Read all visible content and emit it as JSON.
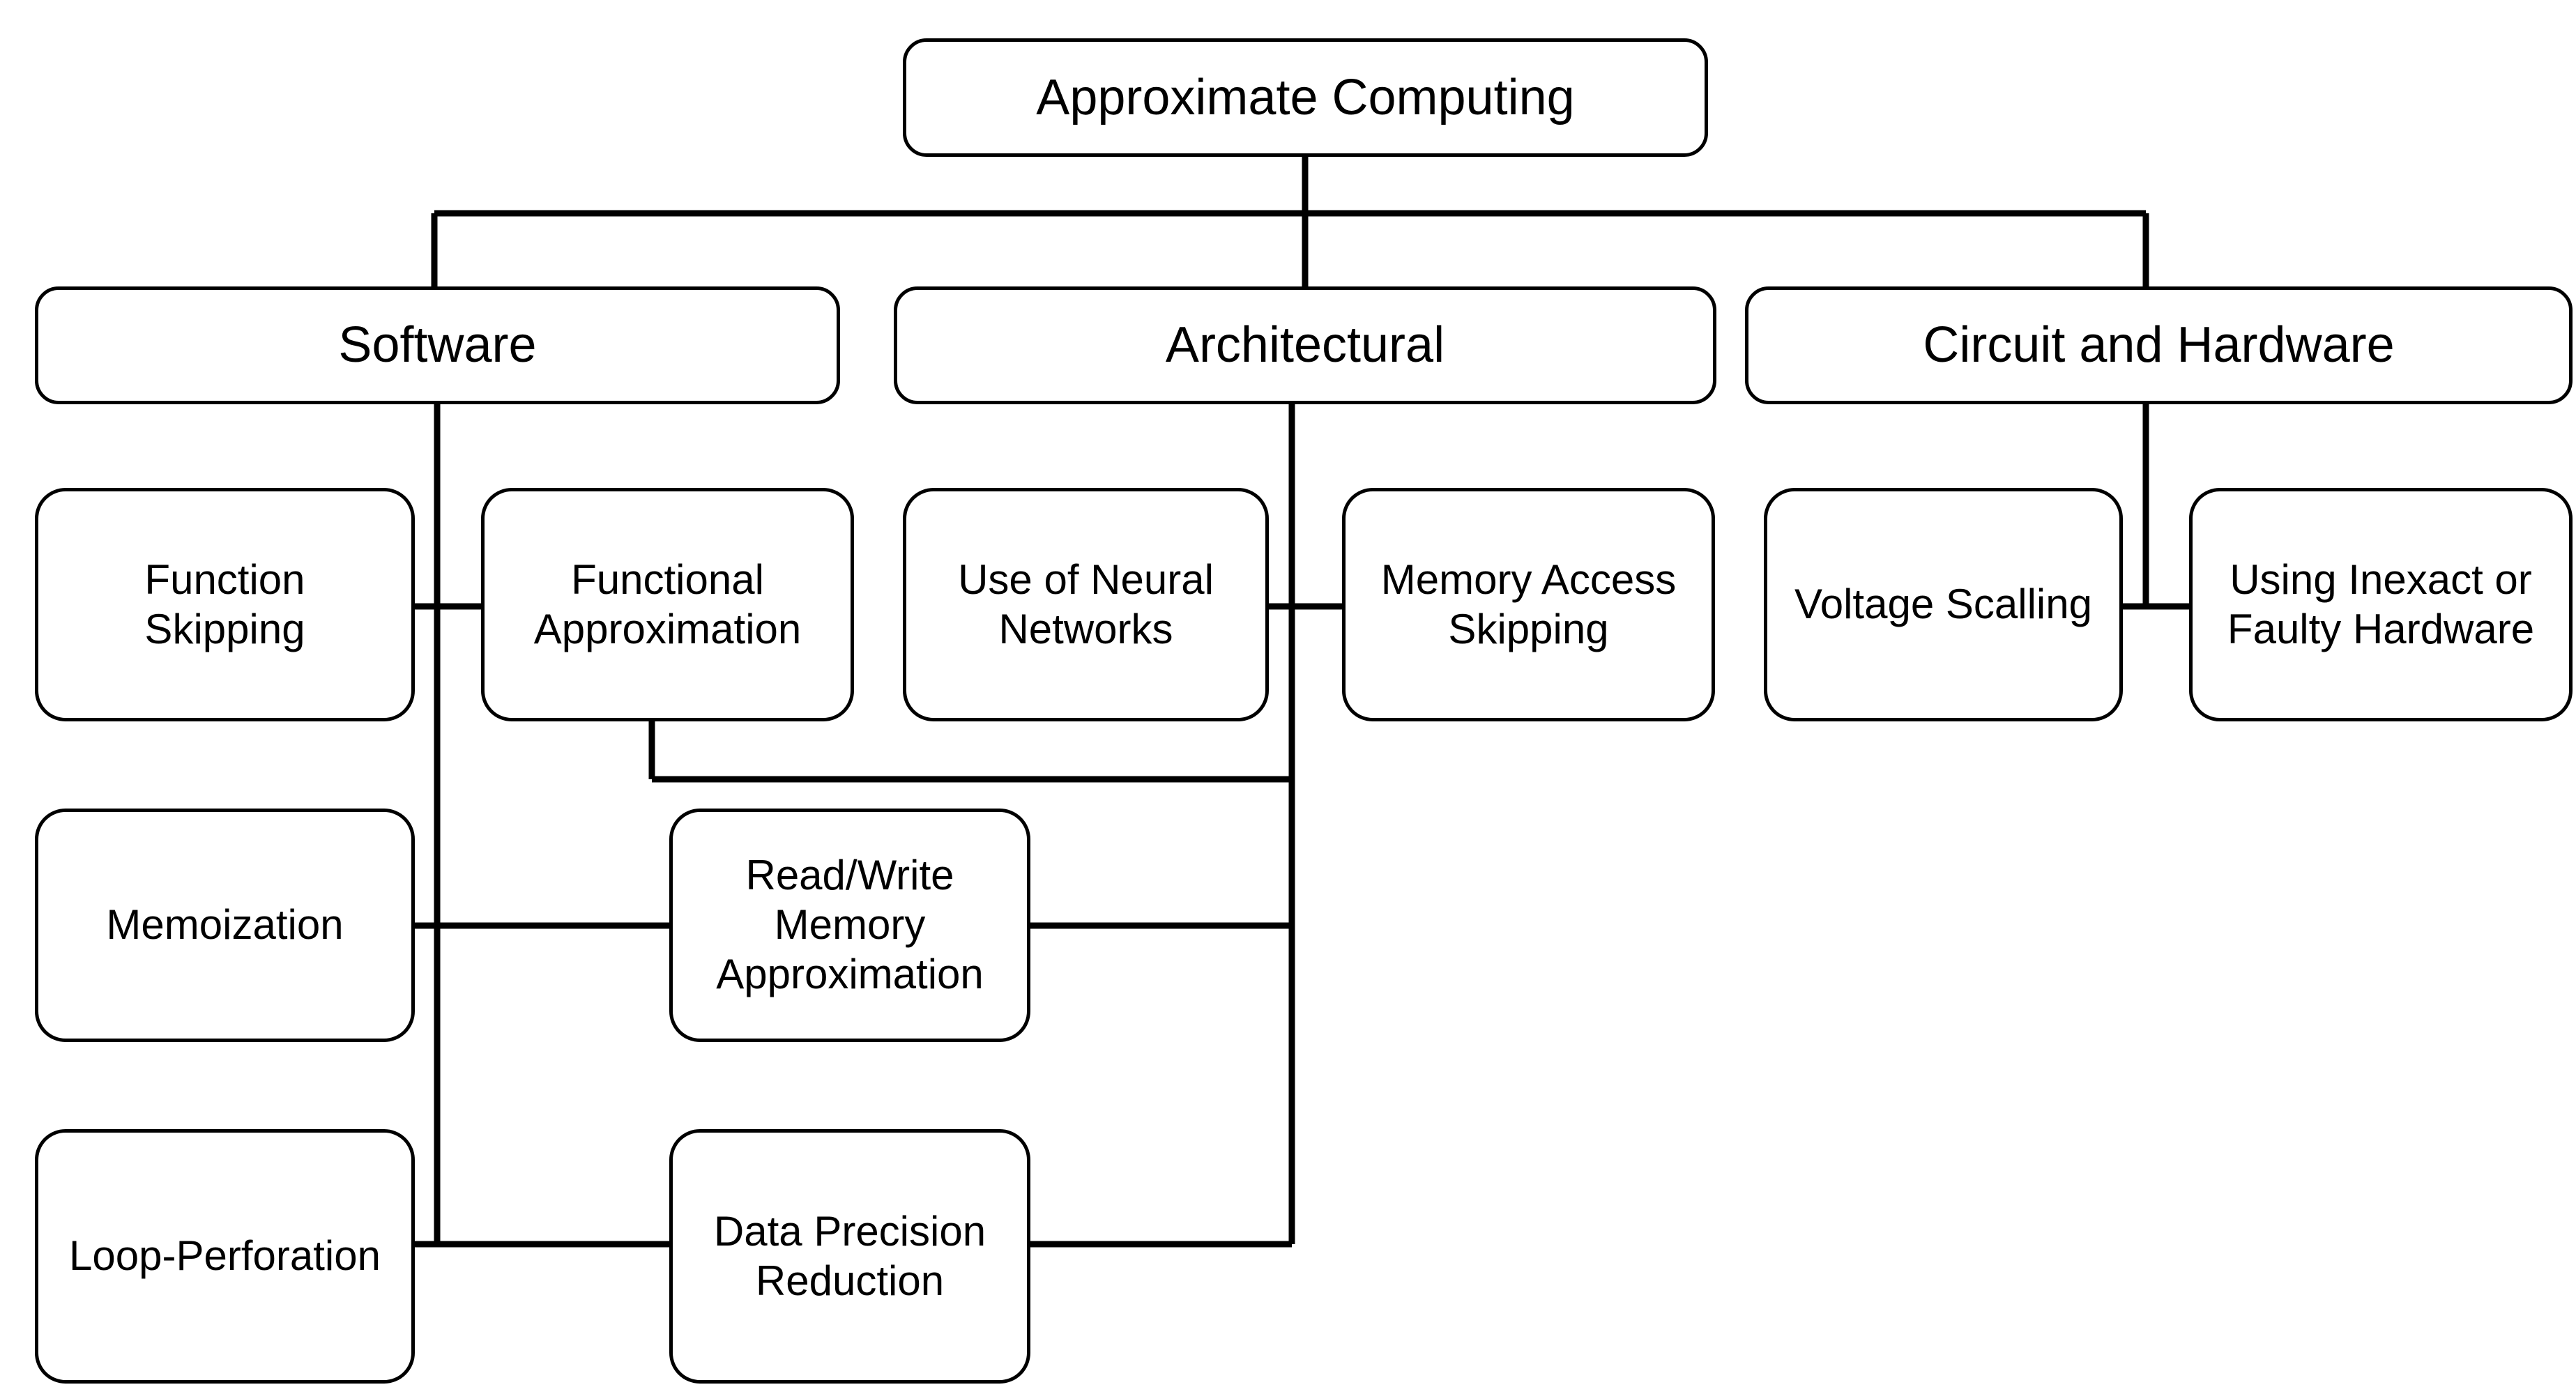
{
  "diagram": {
    "title": "Approximate Computing",
    "type": "hierarchy-tree",
    "orientation": "top-down",
    "background_color": "#ffffff",
    "line_color": "#000000",
    "box_fill_color": "#ffffff",
    "box_border_color": "#000000",
    "root": {
      "id": "approximate-computing",
      "label": "Approximate Computing"
    },
    "categories": [
      {
        "id": "software",
        "label": "Software",
        "children": [
          {
            "id": "function-skipping",
            "label": "Function\nSkipping"
          },
          {
            "id": "functional-approximation",
            "label": "Functional\nApproximation"
          },
          {
            "id": "memoization",
            "label": "Memoization"
          },
          {
            "id": "loop-perforation",
            "label": "Loop-Perforation"
          }
        ]
      },
      {
        "id": "architectural",
        "label": "Architectural",
        "children": [
          {
            "id": "use-of-neural-networks",
            "label": "Use of Neural\nNetworks"
          },
          {
            "id": "memory-access-skipping",
            "label": "Memory Access\nSkipping"
          },
          {
            "id": "read-write-memory-approximation",
            "label": "Read/Write\nMemory\nApproximation"
          },
          {
            "id": "data-precision-reduction",
            "label": "Data Precision\nReduction"
          }
        ]
      },
      {
        "id": "circuit-and-hardware",
        "label": "Circuit and Hardware",
        "children": [
          {
            "id": "voltage-scalling",
            "label": "Voltage Scalling"
          },
          {
            "id": "using-inexact-or-faulty-hardware",
            "label": "Using Inexact or\nFaulty Hardware"
          }
        ]
      }
    ],
    "nodes": {
      "approximate_computing": "Approximate Computing",
      "software": "Software",
      "architectural": "Architectural",
      "circuit_and_hardware": "Circuit and Hardware",
      "function_skipping": "Function\nSkipping",
      "functional_approximation": "Functional\nApproximation",
      "use_of_neural_networks": "Use of Neural\nNetworks",
      "memory_access_skipping": "Memory Access\nSkipping",
      "voltage_scalling": "Voltage Scalling",
      "using_inexact_or_faulty_hardware": "Using Inexact or\nFaulty Hardware",
      "memoization": "Memoization",
      "read_write_memory_approximation": "Read/Write\nMemory\nApproximation",
      "loop_perforation": "Loop-Perforation",
      "data_precision_reduction": "Data Precision\nReduction"
    }
  }
}
